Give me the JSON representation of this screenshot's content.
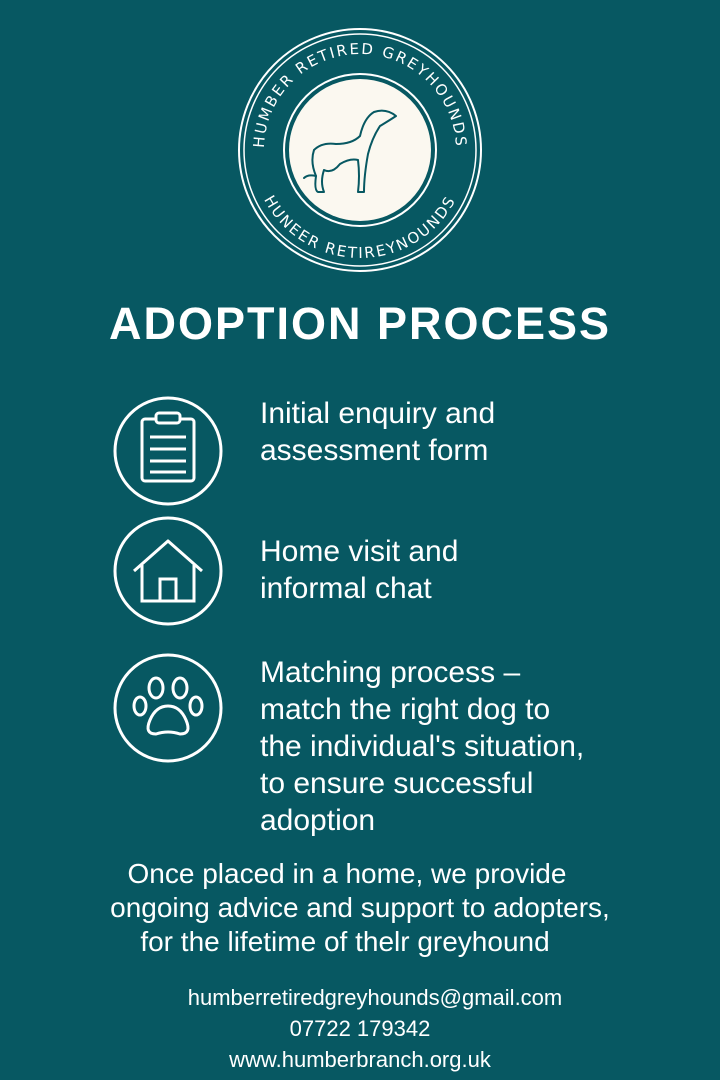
{
  "logo": {
    "top_text": "HUMBER RETIRED GREYHOUNDS",
    "bottom_text": "HUNEER RETIREYNOUNDS"
  },
  "title": "ADOPTION PROCESS",
  "steps": [
    {
      "icon": "clipboard-icon",
      "lines": [
        "Initial enquiry and",
        "assessment form"
      ]
    },
    {
      "icon": "house-icon",
      "lines": [
        "Home visit and",
        "informal chat"
      ]
    },
    {
      "icon": "paw-icon",
      "lines": [
        "Matching process –",
        "match the right dog to",
        "the individual's situation,",
        "to ensure successful",
        "adoption"
      ]
    }
  ],
  "footer": {
    "lines": [
      "Once placed in a home, we provide",
      "ongoing advice and support to adopters,",
      "for the lifetime of thelr greyhound"
    ]
  },
  "contact": {
    "email": "humberretiredgreyhounds@gmail.com",
    "phone": "07722 179342",
    "website": "www.humberbranch.org.uk"
  },
  "colors": {
    "background": "#075862",
    "text": "#ffffff",
    "logo_fill": "#fbf8f0"
  }
}
